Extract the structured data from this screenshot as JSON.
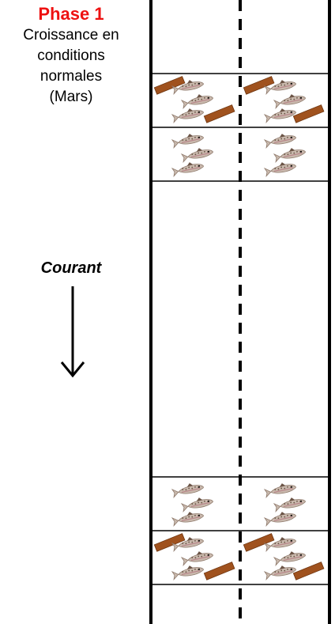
{
  "phase": {
    "title": "Phase 1",
    "description": "Croissance en\nconditions\nnormales\n(Mars)"
  },
  "flow": {
    "label": "Courant",
    "direction": "down"
  },
  "colors": {
    "phase_title": "#ee1111",
    "text": "#000000",
    "channel_line": "#000000",
    "wood": "#a0521e",
    "fish_body": "#c9b9ad",
    "fish_spots": "#6b5446"
  },
  "enclosures": [
    {
      "position": "upstream",
      "wood_present": true,
      "fish_per_side": 3
    },
    {
      "position": "upstream",
      "wood_present": false,
      "fish_per_side": 3
    },
    {
      "position": "downstream",
      "wood_present": false,
      "fish_per_side": 3
    },
    {
      "position": "downstream",
      "wood_present": true,
      "fish_per_side": 3
    }
  ],
  "icons": {
    "fish": "fish-icon",
    "wood": "wood-log-icon",
    "arrow": "arrow-down-icon"
  }
}
